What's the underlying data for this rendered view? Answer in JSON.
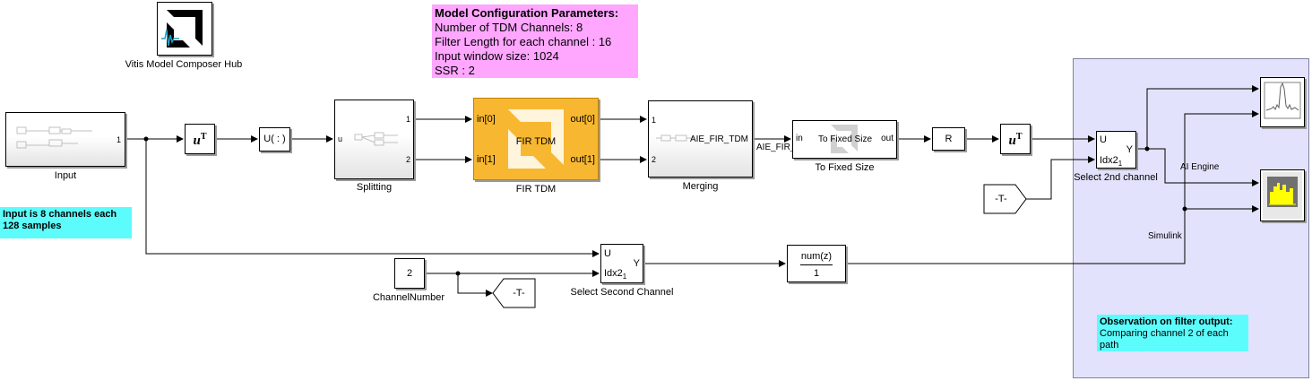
{
  "config_note": {
    "title": "Model Configuration Parameters:",
    "line1": "Number of TDM Channels: 8",
    "line2": "Filter Length for each channel : 16",
    "line3": "Input window size: 1024",
    "line4": "SSR : 2"
  },
  "hub": {
    "label": "Vitis Model Composer Hub"
  },
  "input_block": {
    "label": "Input",
    "port_out": "1"
  },
  "input_note": {
    "line1": "Input is 8 channels each",
    "line2": "128 samples"
  },
  "transpose1": {
    "text": "u",
    "sup": "T"
  },
  "reshape": {
    "text": "U( : )"
  },
  "splitting": {
    "label": "Splitting",
    "port_in": "u",
    "port_out1": "1",
    "port_out2": "2"
  },
  "fir": {
    "label": "FIR TDM",
    "title": "FIR TDM",
    "in0": "in[0]",
    "in1": "in[1]",
    "out0": "out[0]",
    "out1": "out[1]"
  },
  "merging": {
    "label": "Merging",
    "in1": "1",
    "in2": "2",
    "center": "AIE_FIR_TDM"
  },
  "signal_label": "AIE_FIR_TDM",
  "fixed_size": {
    "label": "To Fixed Size",
    "center": "To Fixed Size",
    "port_in": "in",
    "port_out": "out"
  },
  "reshape_r": {
    "text": "R"
  },
  "transpose2": {
    "text": "u",
    "sup": "T"
  },
  "select2nd": {
    "label": "Select 2nd channel",
    "u": "U",
    "idx": "Idx2",
    "sub": "1",
    "y": "Y"
  },
  "goto_top": {
    "text": "-T-"
  },
  "ai_engine_label": "AI Engine",
  "simulink_label": "Simulink",
  "select_second": {
    "label": "Select Second Channel",
    "u": "U",
    "idx": "Idx2",
    "sub": "1",
    "y": "Y"
  },
  "const": {
    "value": "2",
    "label": "ChannelNumber"
  },
  "goto_bottom": {
    "text": "-T-"
  },
  "filter_tf": {
    "num": "num(z)",
    "den": "1"
  },
  "observation_note": {
    "title": "Observation on filter output:",
    "line1": "Comparing channel 2 of each",
    "line2": "path"
  },
  "colors": {
    "fir_fill": "#f7b731",
    "config_bg": "#ffa6ff",
    "note_bg": "#5cfcfc",
    "area_bg": "#e0e0ff",
    "scope_yellow": "#ffff00"
  }
}
